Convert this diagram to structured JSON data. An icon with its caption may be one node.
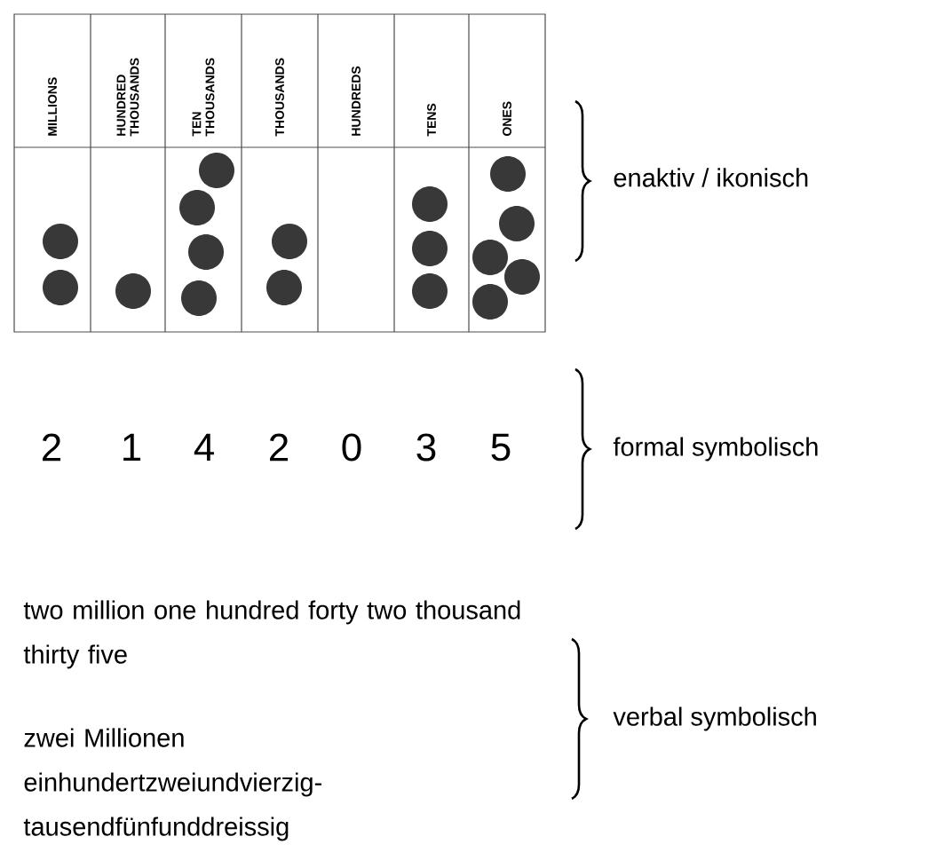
{
  "diagram": {
    "labels": [
      "MILLIONS",
      "HUNDRED THOUSANDS",
      "TEN THOUSANDS",
      "THOUSANDS",
      "HUNDREDS",
      "TENS",
      "ONES",
      "enaktiv / ikonisch",
      "2",
      "1",
      "4",
      "2",
      "0",
      "3",
      "5",
      "formal symbolisch",
      "two million one hundred forty two thousand thirty five",
      "zwei Millionen einhundertzweiundvierzig- tausendfünfunddreissig",
      "verbal symbolisch"
    ]
  }
}
